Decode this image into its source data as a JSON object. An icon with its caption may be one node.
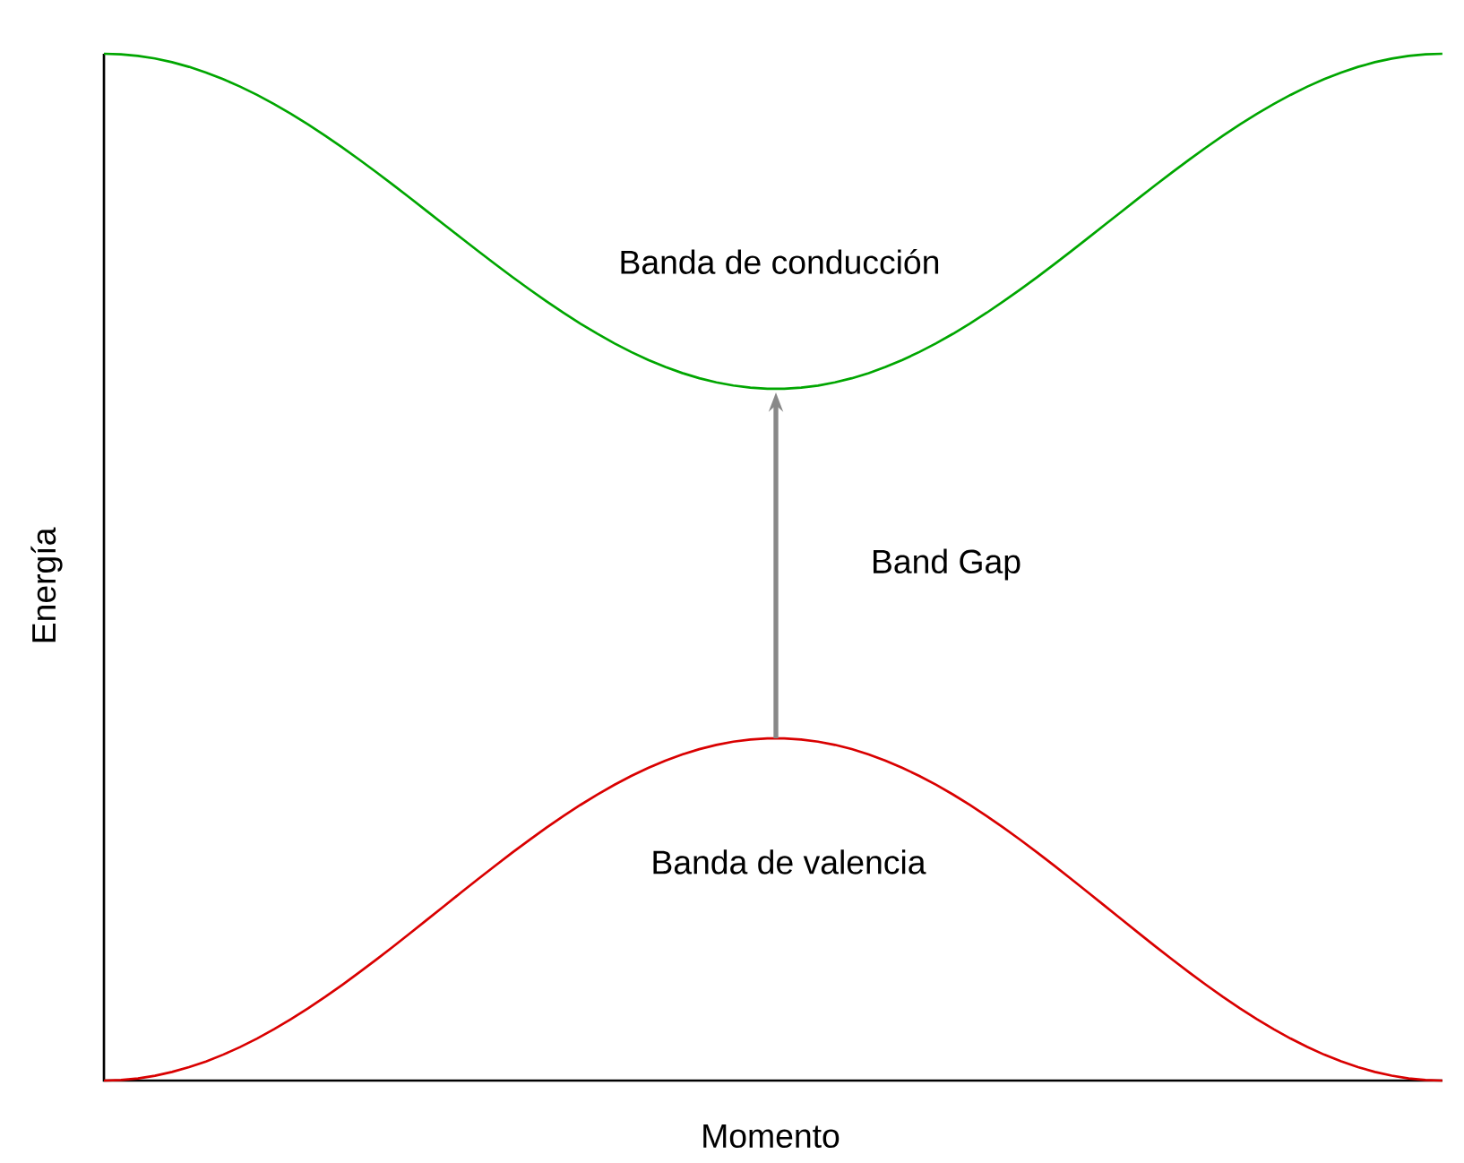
{
  "diagram": {
    "nodes": [
      {
        "text": [
          "Banda de conducción"
        ]
      },
      {
        "text": [
          "Banda de valencia"
        ]
      }
    ],
    "edges": [
      {
        "from": 1,
        "to": 0,
        "arrow": "to",
        "label": "Band Gap",
        "color": "#888888"
      }
    ],
    "labels": [
      "Energía",
      "Momento"
    ]
  }
}
